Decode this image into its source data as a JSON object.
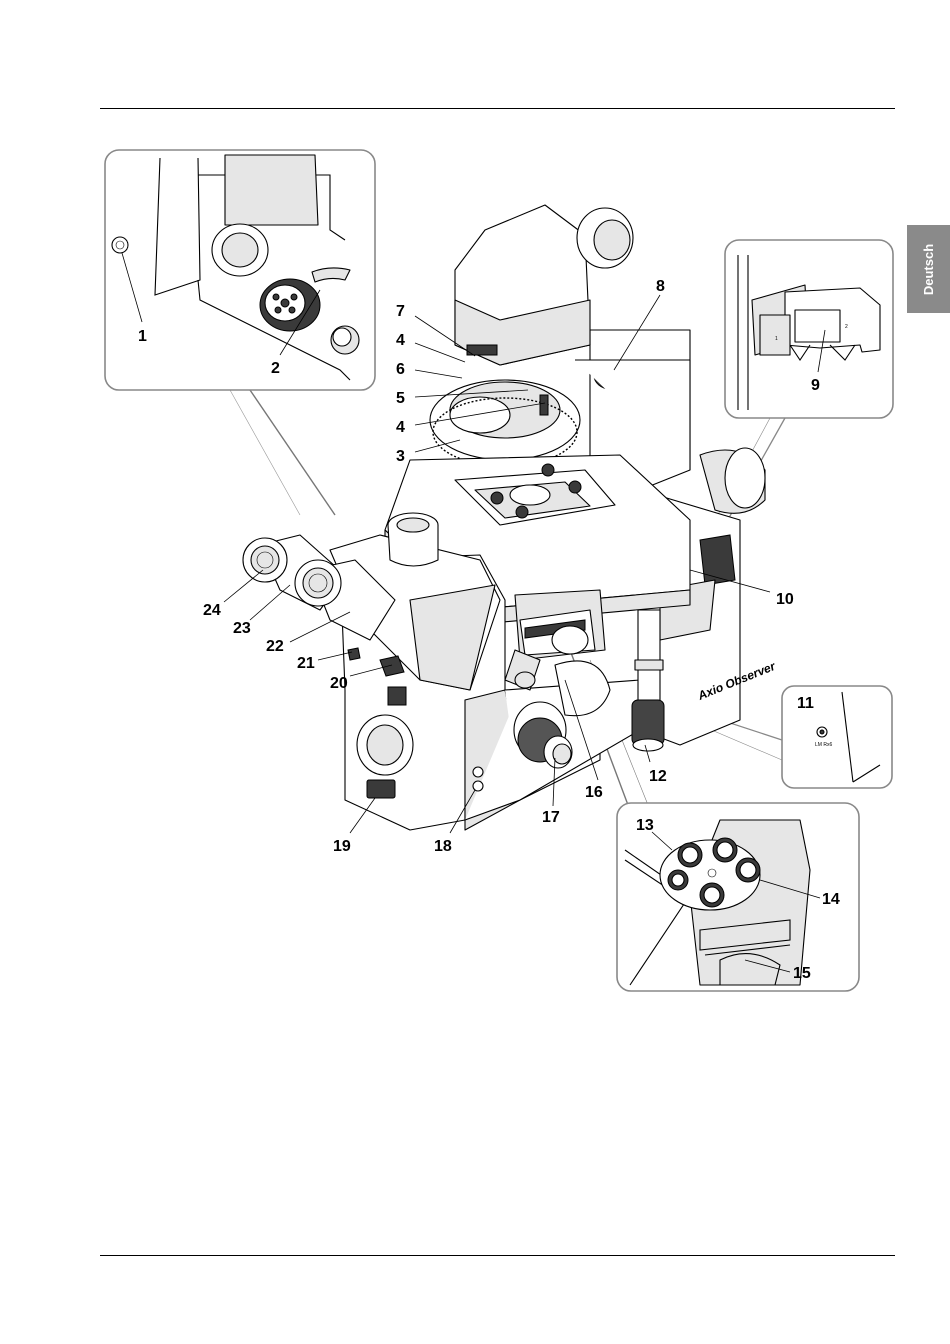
{
  "sidebar_tab": {
    "label": "Deutsch"
  },
  "figure": {
    "brand_label": "Axio Observer",
    "callouts": [
      "1",
      "2",
      "3",
      "4",
      "4",
      "5",
      "6",
      "7",
      "8",
      "9",
      "10",
      "11",
      "12",
      "13",
      "14",
      "15",
      "16",
      "17",
      "18",
      "19",
      "20",
      "21",
      "22",
      "23",
      "24"
    ],
    "inset_labels": {
      "slider_positions": [
        "1",
        "2"
      ],
      "led_label": "LM Rx6"
    }
  }
}
